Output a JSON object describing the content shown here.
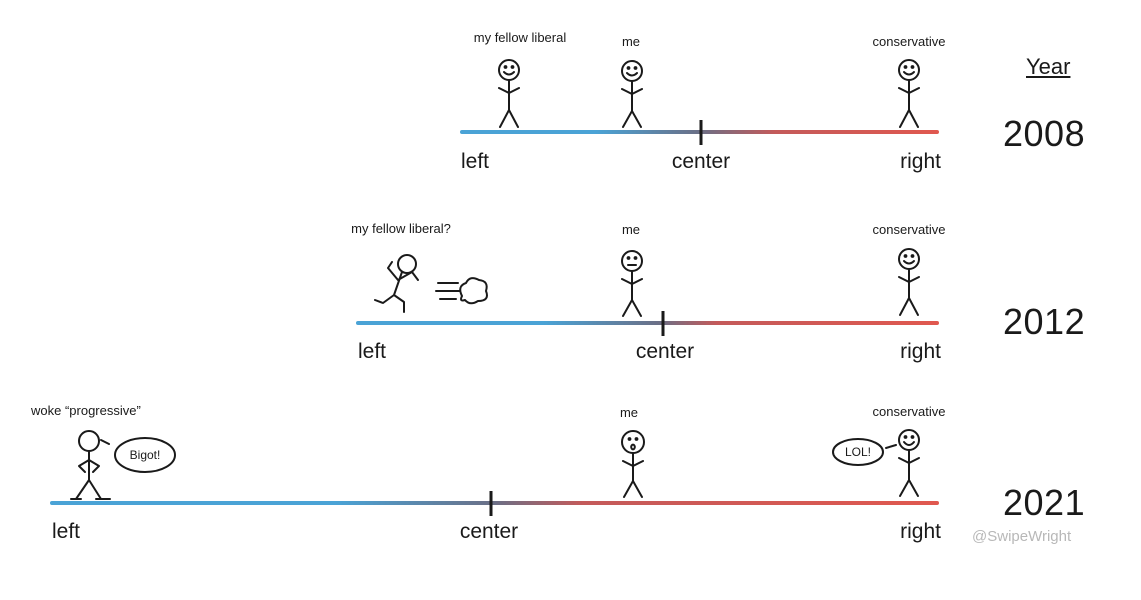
{
  "header": {
    "year_label": "Year"
  },
  "rows": [
    {
      "year": "2008",
      "axis": {
        "left": "left",
        "center": "center",
        "right": "right"
      },
      "figures": {
        "liberal": "my fellow liberal",
        "me": "me",
        "conservative": "conservative"
      }
    },
    {
      "year": "2012",
      "axis": {
        "left": "left",
        "center": "center",
        "right": "right"
      },
      "figures": {
        "liberal": "my fellow liberal?",
        "me": "me",
        "conservative": "conservative"
      }
    },
    {
      "year": "2021",
      "axis": {
        "left": "left",
        "center": "center",
        "right": "right"
      },
      "figures": {
        "liberal": "woke “progressive”",
        "me": "me",
        "conservative": "conservative"
      },
      "speech": {
        "liberal": "Bigot!",
        "conservative": "LOL!"
      }
    }
  ],
  "credit": "@SwipeWright",
  "colors": {
    "left": "#4aa3d6",
    "right": "#e0584f",
    "ink": "#1a1a1a"
  }
}
